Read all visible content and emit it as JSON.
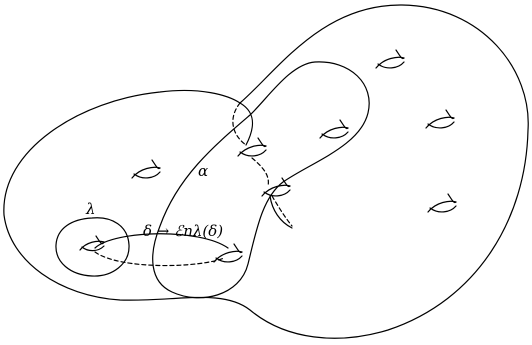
{
  "figure": {
    "labels": {
      "lambda": "λ",
      "alpha": "α",
      "delta_map": "δ → ℰnλ(δ)"
    },
    "colors": {
      "stroke": "#000000",
      "background": "#ffffff"
    }
  }
}
